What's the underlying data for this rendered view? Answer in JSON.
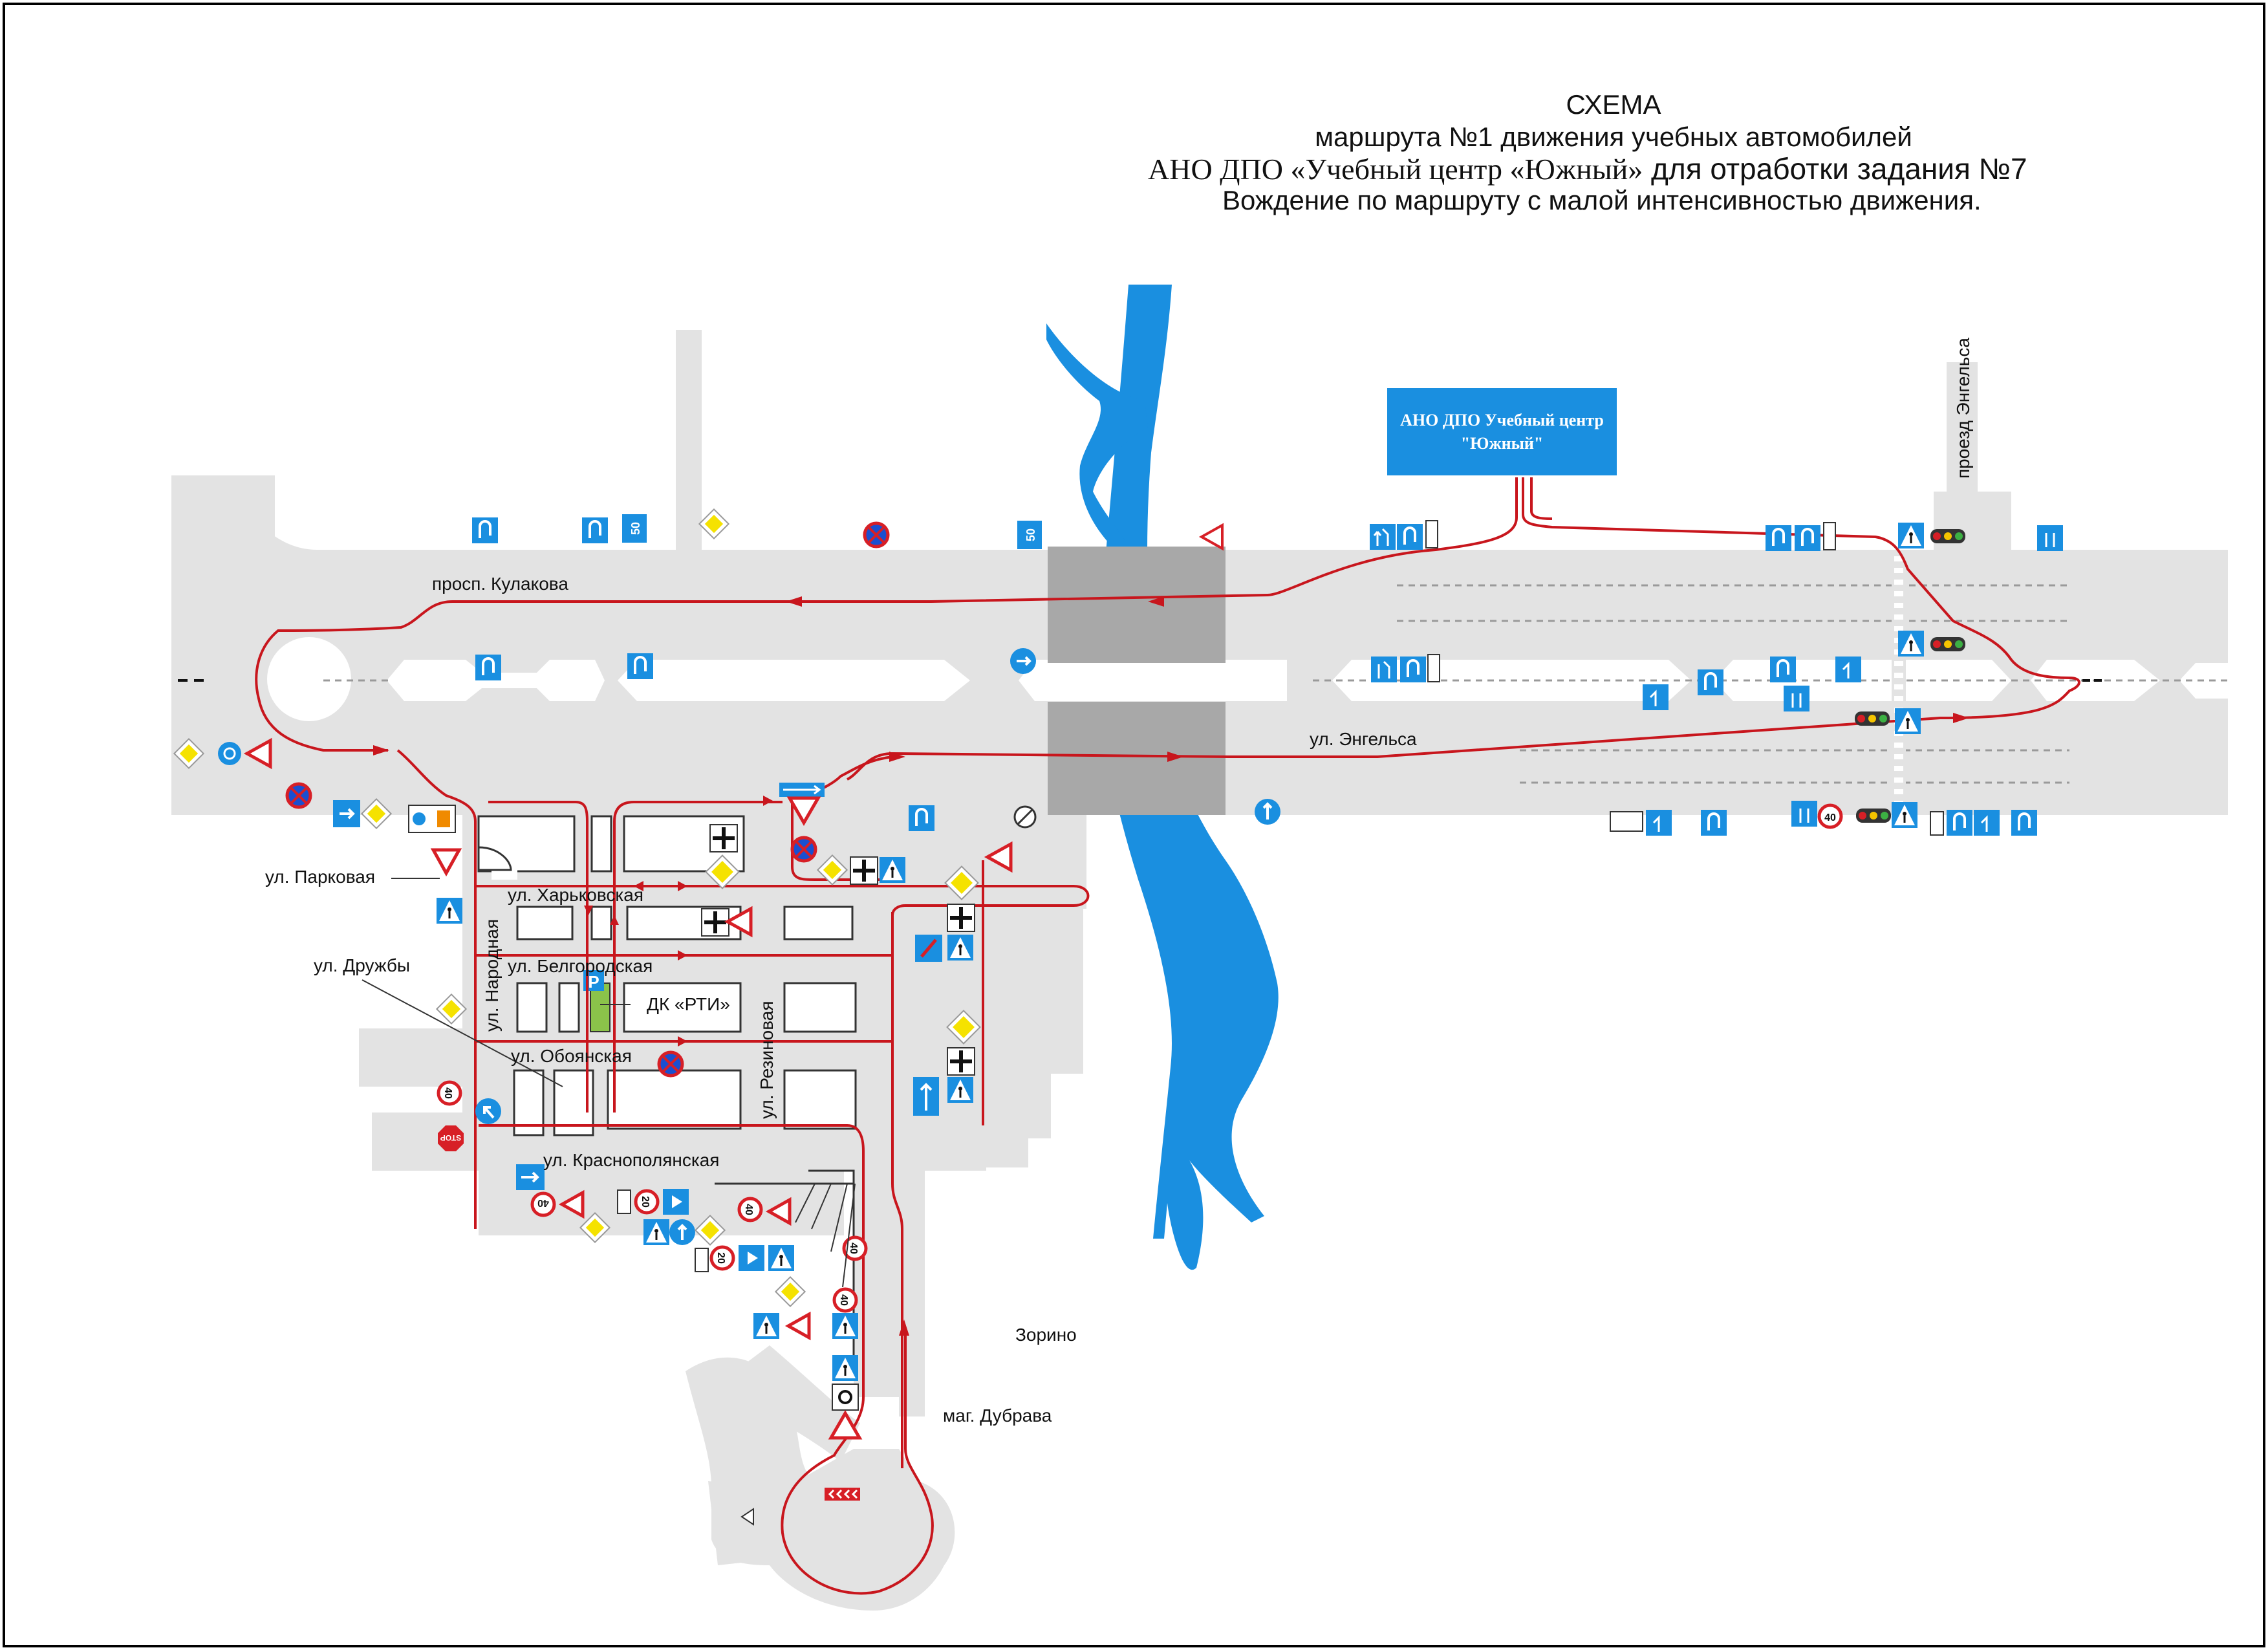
{
  "title": {
    "line1": "СХЕМА",
    "line2": "маршрута №1 движения учебных автомобилей",
    "line3_org": "АНО ДПО «Учебный центр «Южный»",
    "line3_rest": " для отработки задания №7",
    "line4": "Вождение по маршруту с малой интенсивностью движения."
  },
  "training_centre": {
    "line1": "АНО ДПО Учебный центр",
    "line2": "\"Южный\""
  },
  "map_labels": {
    "kulakova": "просп. Кулакова",
    "engelsa": "ул. Энгельса",
    "proezd_engelsa": "проезд Энгельса",
    "parkovaya": "ул. Парковая",
    "kharkovskaya": "ул. Харьковская",
    "druzhby": "ул. Дружбы",
    "belgorodskaya": "ул. Белгородская",
    "narodnaya": "ул. Народная",
    "dk_rti": "ДК «РТИ»",
    "rezinovaya": "ул. Резиновая",
    "oboyanskaya": "ул. Обоянская",
    "krasnopolyanskaya": "ул. Краснополянская",
    "zorino": "Зорино",
    "dubrava": "маг. Дубрава"
  },
  "sign_texts": {
    "speed_50": "50",
    "speed_40": "40",
    "speed_20": "20",
    "stop": "STOP",
    "parking": "P"
  },
  "colors": {
    "road": "#e3e3e3",
    "river": "#1a8fe0",
    "route": "#c8161d",
    "bridge": "#a8a8a8",
    "centre_box": "#1a8fe0",
    "sign_blue": "#1a8fe0",
    "sign_red": "#d71f26",
    "main_road_yellow": "#f5e200"
  },
  "icons": [
    "u-turn-sign",
    "speed-limit-sign",
    "no-stopping-sign",
    "give-way-sign",
    "main-road-sign",
    "pedestrian-crossing-sign",
    "traffic-light",
    "roundabout-sign",
    "stop-sign",
    "parking-sign",
    "intersection-sign",
    "chevron-sign"
  ]
}
